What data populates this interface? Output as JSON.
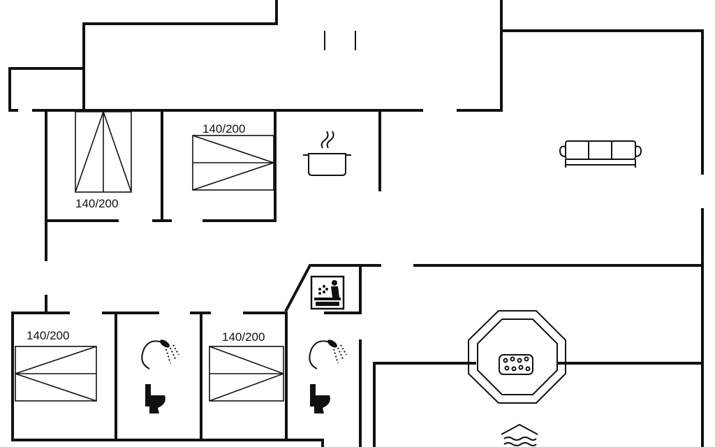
{
  "floorplan": {
    "bed_labels": [
      "140/200",
      "140/200",
      "140/200",
      "140/200"
    ],
    "icons": [
      "stove-pot-icon",
      "sofa-icon",
      "sauna-icon",
      "shower-icon",
      "toilet-icon",
      "hot-tub-icon",
      "pool-icon"
    ]
  }
}
